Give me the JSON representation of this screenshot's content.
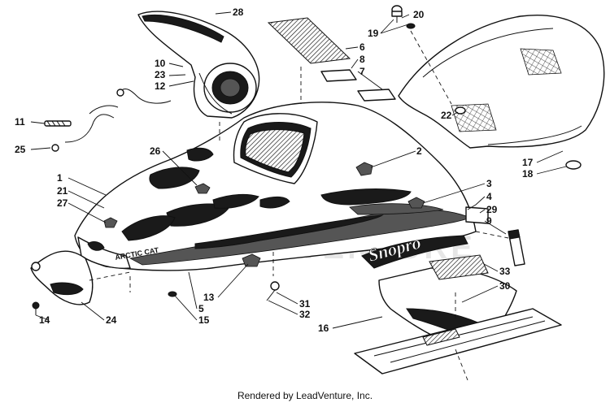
{
  "callouts": [
    "1",
    "2",
    "3",
    "4",
    "5",
    "6",
    "7",
    "8",
    "9",
    "10",
    "11",
    "12",
    "13",
    "14",
    "15",
    "16",
    "17",
    "18",
    "19",
    "20",
    "21",
    "22",
    "23",
    "24",
    "25",
    "26",
    "27",
    "28",
    "29",
    "30",
    "31",
    "32",
    "33"
  ],
  "labels": {
    "brand": "ARCTIC CAT",
    "model_script": "Snopro",
    "watermark": "ADVENTURE"
  },
  "footer": {
    "credit": "Rendered by LeadVenture, Inc."
  }
}
